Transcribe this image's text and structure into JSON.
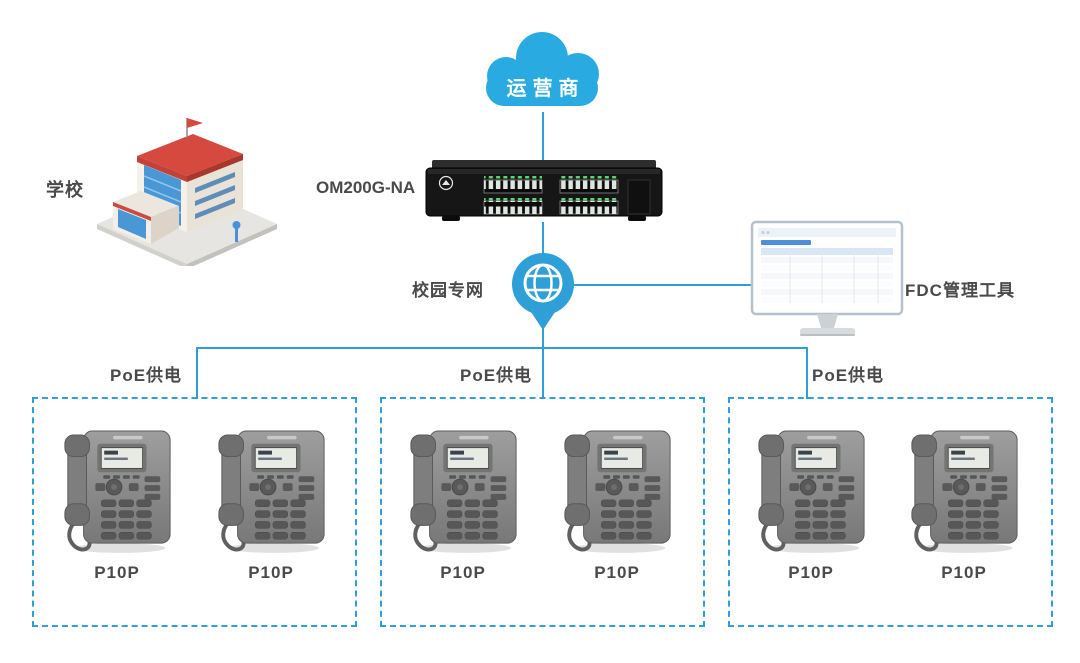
{
  "diagram": {
    "operator_cloud": {
      "label": "运营商"
    },
    "school": {
      "label": "学校"
    },
    "gateway": {
      "label": "OM200G-NA"
    },
    "campus_network": {
      "label": "校园专网"
    },
    "management_tool": {
      "label": "FDC管理工具"
    },
    "phone_groups": [
      {
        "power_label": "PoE供电",
        "phones": [
          {
            "model": "P10P"
          },
          {
            "model": "P10P"
          }
        ]
      },
      {
        "power_label": "PoE供电",
        "phones": [
          {
            "model": "P10P"
          },
          {
            "model": "P10P"
          }
        ]
      },
      {
        "power_label": "PoE供电",
        "phones": [
          {
            "model": "P10P"
          },
          {
            "model": "P10P"
          }
        ]
      }
    ],
    "colors": {
      "accent_blue": "#2f9fd8",
      "cloud_blue": "#29abe2",
      "label_gray": "#4a4a4a"
    }
  }
}
